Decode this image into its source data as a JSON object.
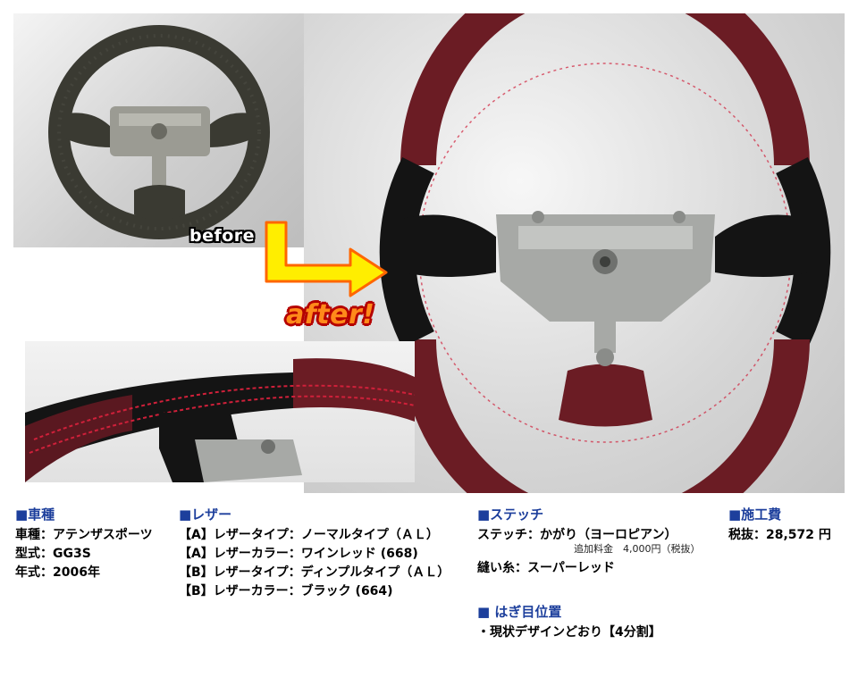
{
  "labels": {
    "before": "before",
    "after": "after!"
  },
  "vehicle": {
    "title": "■車種",
    "lines": [
      "車種：アテンザスポーツ",
      "型式：GG3S",
      "年式：2006年"
    ]
  },
  "leather": {
    "title": "■レザー",
    "lines": [
      "【A】レザータイプ：ノーマルタイプ（ＡＬ）",
      "【A】レザーカラー：ワインレッド (668)",
      "【B】レザータイプ：ディンプルタイプ（ＡＬ）",
      "【B】レザーカラー：ブラック (664)"
    ]
  },
  "stitch": {
    "title": "■ステッチ",
    "line1": "ステッチ：かがり（ヨーロピアン）",
    "note": "追加料金　4,000円（税抜）",
    "line2": "縫い糸：スーパーレッド"
  },
  "price": {
    "title": "■施工費",
    "line": "税抜：28,572 円"
  },
  "seam": {
    "title": "■ はぎ目位置",
    "line": "・現状デザインどおり【4分割】"
  },
  "colors": {
    "heading": "#1d3f9c",
    "wine": "#6b1c24",
    "black_leather": "#141414",
    "stitch_red": "#d0203a",
    "arrow_yellow": "#ffee00",
    "arrow_edge": "#ff6600"
  }
}
